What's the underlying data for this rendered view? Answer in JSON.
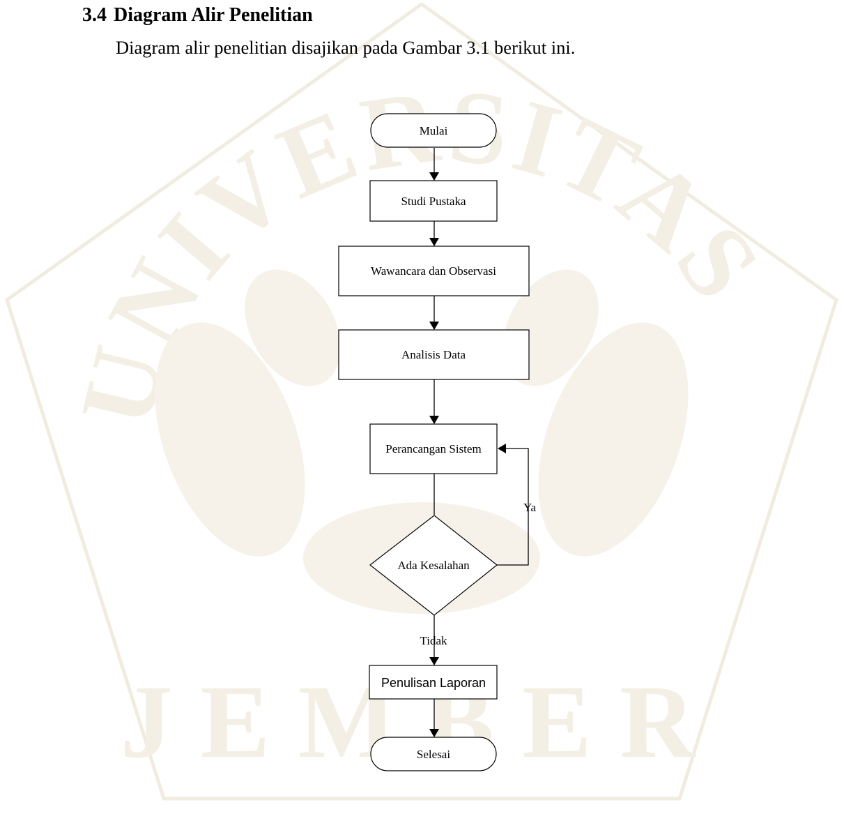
{
  "section": {
    "number": "3.4",
    "title": "Diagram Alir Penelitian",
    "intro": "Diagram alir penelitian disajikan pada Gambar 3.1 berikut ini."
  },
  "flowchart": {
    "start": "Mulai",
    "steps": {
      "studi_pustaka": "Studi Pustaka",
      "wawancara": "Wawancara dan Observasi",
      "analisis": "Analisis Data",
      "perancangan": "Perancangan Sistem",
      "penulisan": "Penulisan Laporan"
    },
    "decision": "Ada Kesalahan",
    "branch_yes": "Ya",
    "branch_no": "Tidak",
    "end": "Selesai"
  },
  "watermark": {
    "arc_text": "UNIVERSITAS",
    "bottom_text": "JEMBER",
    "color": "#f1ece0"
  }
}
